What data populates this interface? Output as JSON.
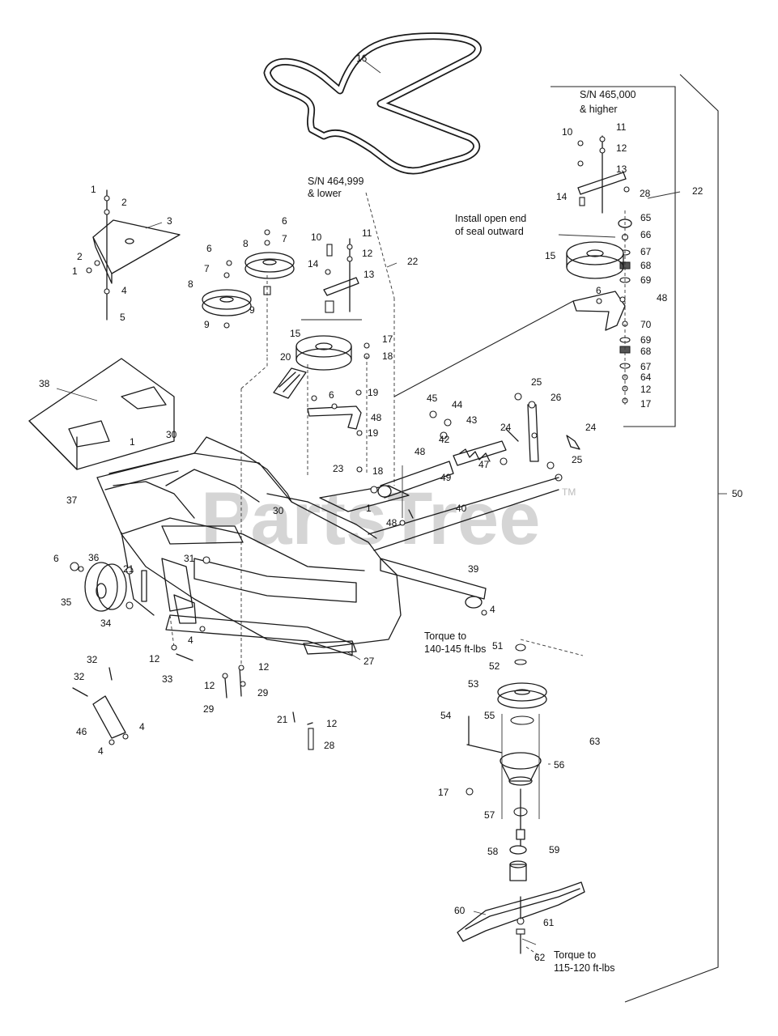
{
  "watermark": {
    "text": "PartsTree",
    "tm": "TM"
  },
  "notes": {
    "sn_high_line1": "S/N 465,000",
    "sn_high_line2": "& higher",
    "sn_low_line1": "S/N 464,999",
    "sn_low_line2": "& lower",
    "seal_line1": "Install open end",
    "seal_line2": "of seal outward",
    "torque_top_line1": "Torque to",
    "torque_top_line2": "140-145 ft-lbs",
    "torque_bottom_line1": "Torque to",
    "torque_bottom_line2": "115-120 ft-lbs"
  },
  "callouts": [
    "16",
    "1",
    "2",
    "3",
    "2",
    "1",
    "4",
    "5",
    "6",
    "7",
    "8",
    "6",
    "7",
    "8",
    "9",
    "9",
    "10",
    "11",
    "12",
    "13",
    "14",
    "22",
    "15",
    "17",
    "18",
    "20",
    "6",
    "19",
    "48",
    "19",
    "23",
    "18",
    "10",
    "11",
    "12",
    "13",
    "28",
    "14",
    "22",
    "65",
    "66",
    "15",
    "67",
    "68",
    "69",
    "6",
    "48",
    "70",
    "69",
    "68",
    "67",
    "64",
    "12",
    "17",
    "38",
    "1",
    "30",
    "45",
    "44",
    "43",
    "42",
    "24",
    "47",
    "48",
    "49",
    "25",
    "26",
    "24",
    "25",
    "37",
    "30",
    "1",
    "48",
    "40",
    "50",
    "6",
    "36",
    "21",
    "31",
    "35",
    "34",
    "39",
    "4",
    "4",
    "12",
    "33",
    "12",
    "27",
    "12",
    "29",
    "29",
    "32",
    "32",
    "46",
    "4",
    "4",
    "21",
    "12",
    "28",
    "51",
    "52",
    "53",
    "54",
    "55",
    "63",
    "56",
    "17",
    "57",
    "58",
    "59",
    "60",
    "61",
    "62"
  ]
}
